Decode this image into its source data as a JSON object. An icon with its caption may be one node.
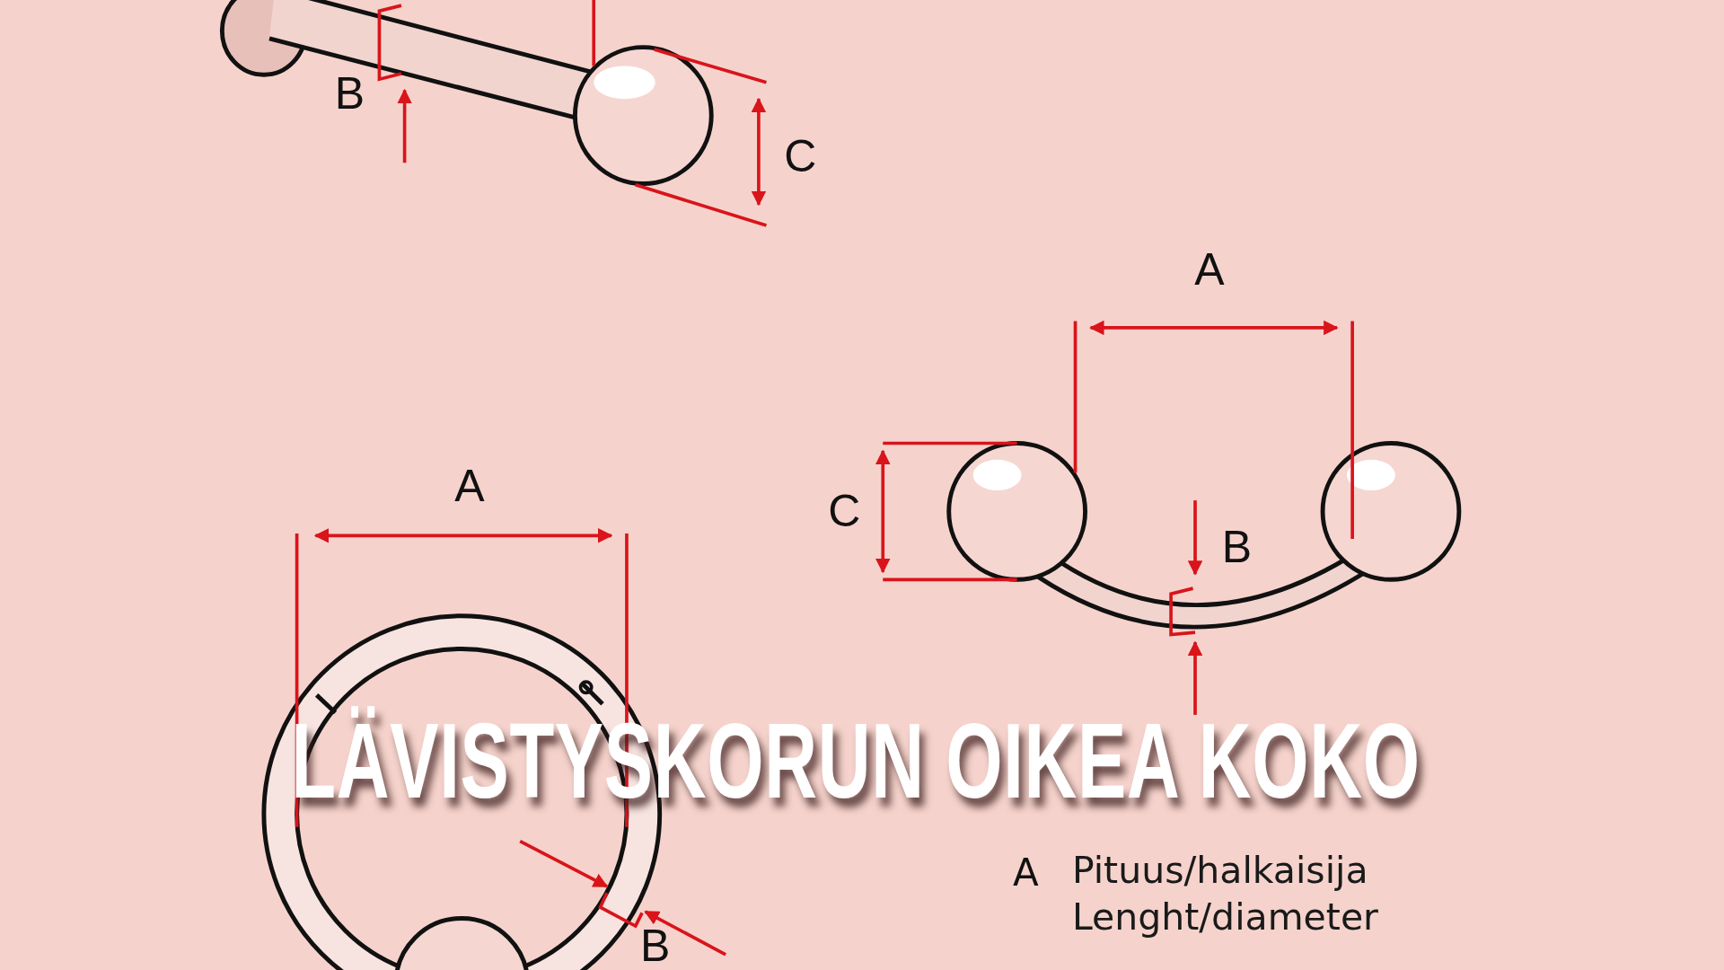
{
  "diagram": {
    "title": "LÄVISTYSKORUN OIKEA KOKO",
    "labels": [
      "B",
      "C",
      "A",
      "C",
      "B",
      "A",
      "B",
      "A",
      "Pituus/halkaisija Lenght/diameter"
    ]
  }
}
